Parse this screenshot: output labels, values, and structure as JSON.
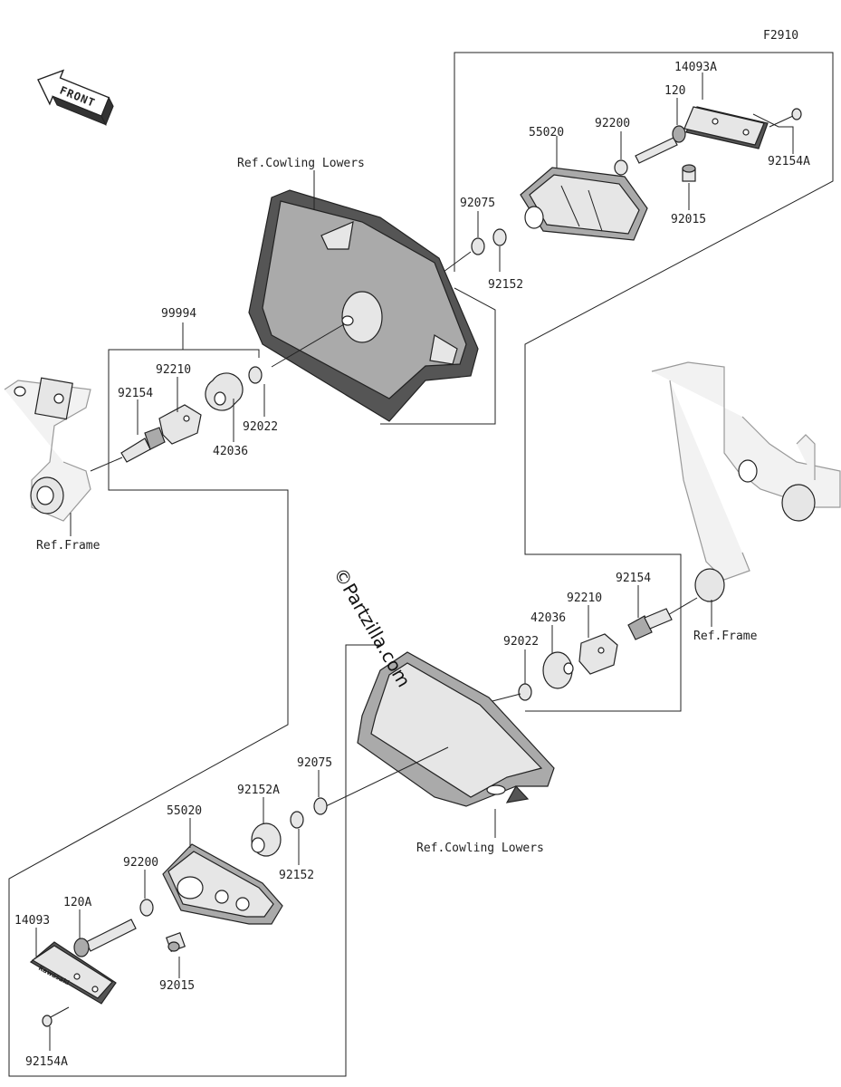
{
  "figure_code": "F2910",
  "front_label": "FRONT",
  "watermark": "©Partzilla.com",
  "labels": {
    "p14093A": "14093A",
    "p120": "120",
    "p92200_r": "92200",
    "p55020_r": "55020",
    "p92154A_r": "92154A",
    "p92075_r": "92075",
    "p92015_r": "92015",
    "p92152_r": "92152",
    "ref_cowling_upper": "Ref.Cowling Lowers",
    "p99994": "99994",
    "p92210_l": "92210",
    "p92154_l": "92154",
    "p92022_l": "92022",
    "p42036_l": "42036",
    "ref_frame_left": "Ref.Frame",
    "p92154_r2": "92154",
    "p92210_r2": "92210",
    "p42036_r2": "42036",
    "p92022_r2": "92022",
    "ref_frame_right": "Ref.Frame",
    "p92075_b": "92075",
    "p92152A_b": "92152A",
    "p55020_b": "55020",
    "p92200_b": "92200",
    "p120A_b": "120A",
    "p14093_b": "14093",
    "p92015_b": "92015",
    "p92152_b": "92152",
    "ref_cowling_lower": "Ref.Cowling Lowers",
    "p92154A_b": "92154A"
  },
  "plate_text": "Kawasaki"
}
